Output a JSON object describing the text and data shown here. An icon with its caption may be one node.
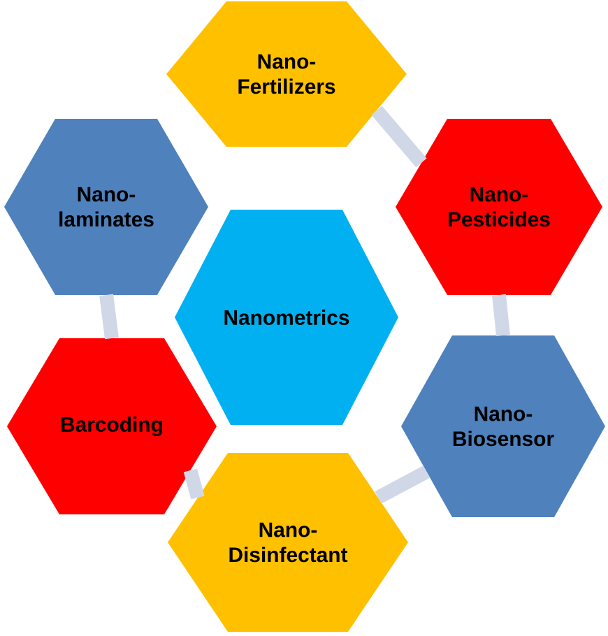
{
  "diagram": {
    "nodes": [
      {
        "text": [
          "Nano- Fertilizers"
        ]
      },
      {
        "text": [
          "Nano- laminates"
        ]
      },
      {
        "text": [
          "Nano- Pesticides"
        ]
      },
      {
        "text": [
          "Nanometrics"
        ]
      },
      {
        "text": [
          "Barcoding"
        ]
      },
      {
        "text": [
          "Nano- Biosensor"
        ]
      },
      {
        "text": [
          "Nano- Disinfectant"
        ]
      }
    ],
    "edges": [
      {
        "from": 0,
        "to": 2,
        "arrow": "none"
      },
      {
        "from": 2,
        "to": 5,
        "arrow": "none"
      },
      {
        "from": 5,
        "to": 6,
        "arrow": "none"
      },
      {
        "from": 6,
        "to": 4,
        "arrow": "none"
      },
      {
        "from": 4,
        "to": 1,
        "arrow": "none"
      }
    ]
  }
}
